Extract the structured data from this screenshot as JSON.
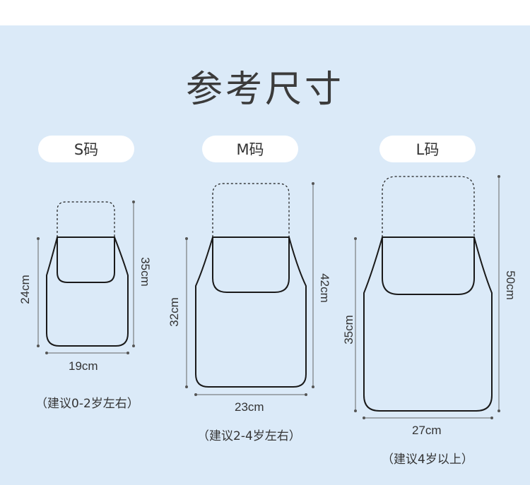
{
  "title": "参考尺寸",
  "sizes": [
    {
      "label": "S码",
      "total_height": "35cm",
      "body_height": "24cm",
      "width": "19cm",
      "suggestion": "（建议0-2岁左右）"
    },
    {
      "label": "M码",
      "total_height": "42cm",
      "body_height": "32cm",
      "width": "23cm",
      "suggestion": "（建议2-4岁左右）"
    },
    {
      "label": "L码",
      "total_height": "50cm",
      "body_height": "35cm",
      "width": "27cm",
      "suggestion": "（建议4岁以上）"
    }
  ],
  "colors": {
    "background": "#dbeaf8",
    "outline": "#1a1a1a",
    "pill": "#ffffff"
  }
}
